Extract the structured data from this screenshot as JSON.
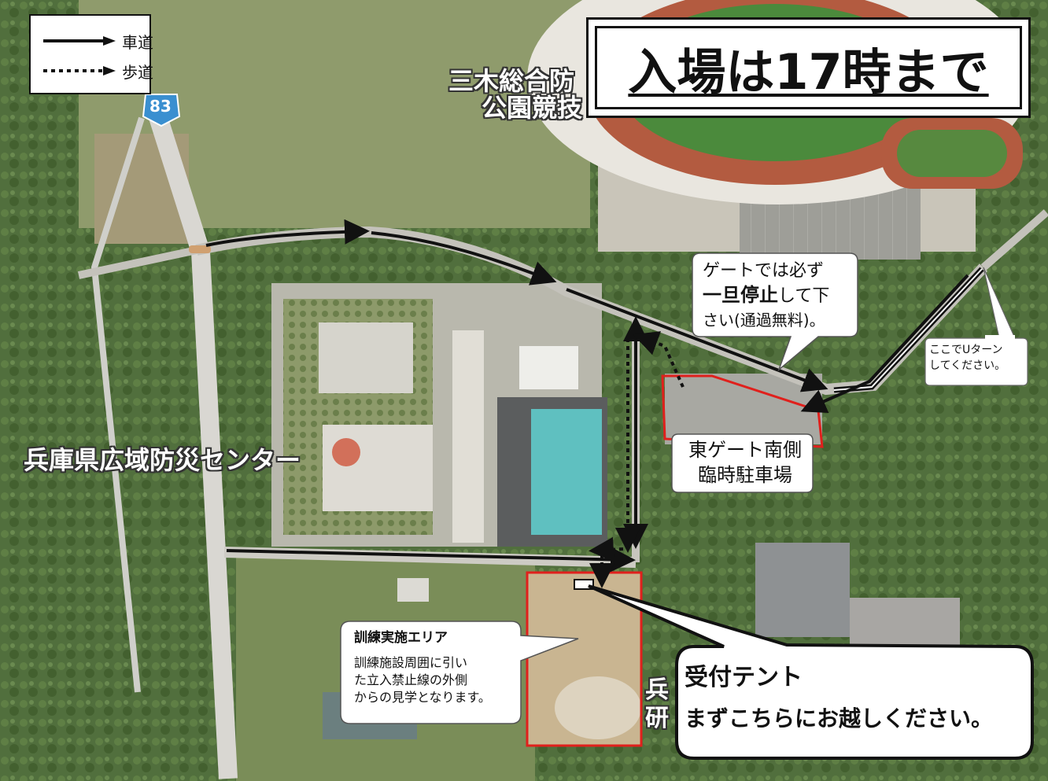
{
  "legend": {
    "road_label": "車道",
    "sidewalk_label": "歩道"
  },
  "title": "入場は17時まで",
  "route_number": "83",
  "place_labels": {
    "park_line1": "三木総合防",
    "park_line2": "公園競技",
    "disaster_center": "兵庫県広域防災センター",
    "partial_bottom_1": "兵",
    "partial_bottom_2": "研"
  },
  "callouts": {
    "gate": {
      "line1": "ゲートでは必ず",
      "line2_bold": "一旦停止",
      "line2_rest": "して下",
      "line3": "さい(通過無料)。"
    },
    "uturn": {
      "line1": "ここでUターン",
      "line2": "してください。"
    },
    "parking": {
      "line1": "東ゲート南側",
      "line2": "臨時駐車場"
    },
    "training": {
      "title": "訓練実施エリア",
      "line1": "訓練施設周囲に引い",
      "line2": "た立入禁止線の外側",
      "line3": "からの見学となります。"
    },
    "reception": {
      "line1": "受付テント",
      "line2": "まずこちらにお越しください。"
    }
  },
  "colors": {
    "zone_outline": "#e0201c",
    "route_line": "#111111",
    "vegetation": "#4c6e3c",
    "pitch": "#5fc0c0"
  },
  "icons": {
    "route_shield": "route-83-shield"
  }
}
